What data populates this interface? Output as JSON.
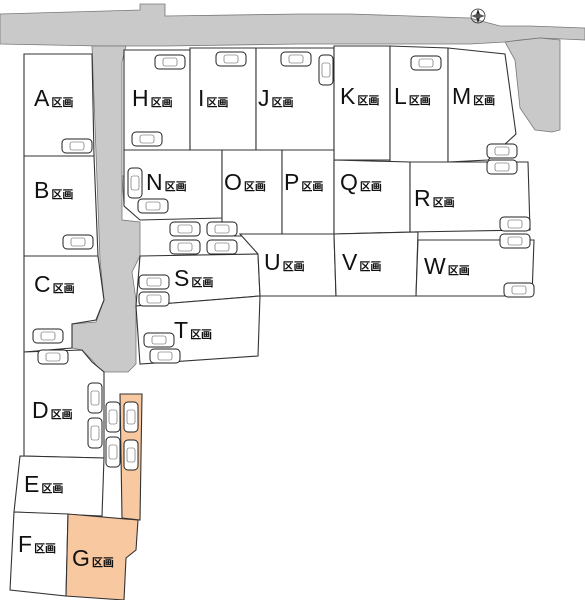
{
  "map": {
    "lot_suffix": "区画",
    "highlight_color": "#f8c8a0",
    "road_color": "#c9c9c9",
    "lots": [
      {
        "id": "A",
        "highlight": false
      },
      {
        "id": "B",
        "highlight": false
      },
      {
        "id": "C",
        "highlight": false
      },
      {
        "id": "D",
        "highlight": false
      },
      {
        "id": "E",
        "highlight": false
      },
      {
        "id": "F",
        "highlight": false
      },
      {
        "id": "G",
        "highlight": true
      },
      {
        "id": "H",
        "highlight": false
      },
      {
        "id": "I",
        "highlight": false
      },
      {
        "id": "J",
        "highlight": false
      },
      {
        "id": "K",
        "highlight": false
      },
      {
        "id": "L",
        "highlight": false
      },
      {
        "id": "M",
        "highlight": false
      },
      {
        "id": "N",
        "highlight": false
      },
      {
        "id": "O",
        "highlight": false
      },
      {
        "id": "P",
        "highlight": false
      },
      {
        "id": "Q",
        "highlight": false
      },
      {
        "id": "R",
        "highlight": false
      },
      {
        "id": "S",
        "highlight": false
      },
      {
        "id": "T",
        "highlight": false
      },
      {
        "id": "U",
        "highlight": false
      },
      {
        "id": "V",
        "highlight": false
      },
      {
        "id": "W",
        "highlight": false
      }
    ],
    "icons": {
      "compass": "north-arrow-icon",
      "parking": "car-icon"
    }
  }
}
